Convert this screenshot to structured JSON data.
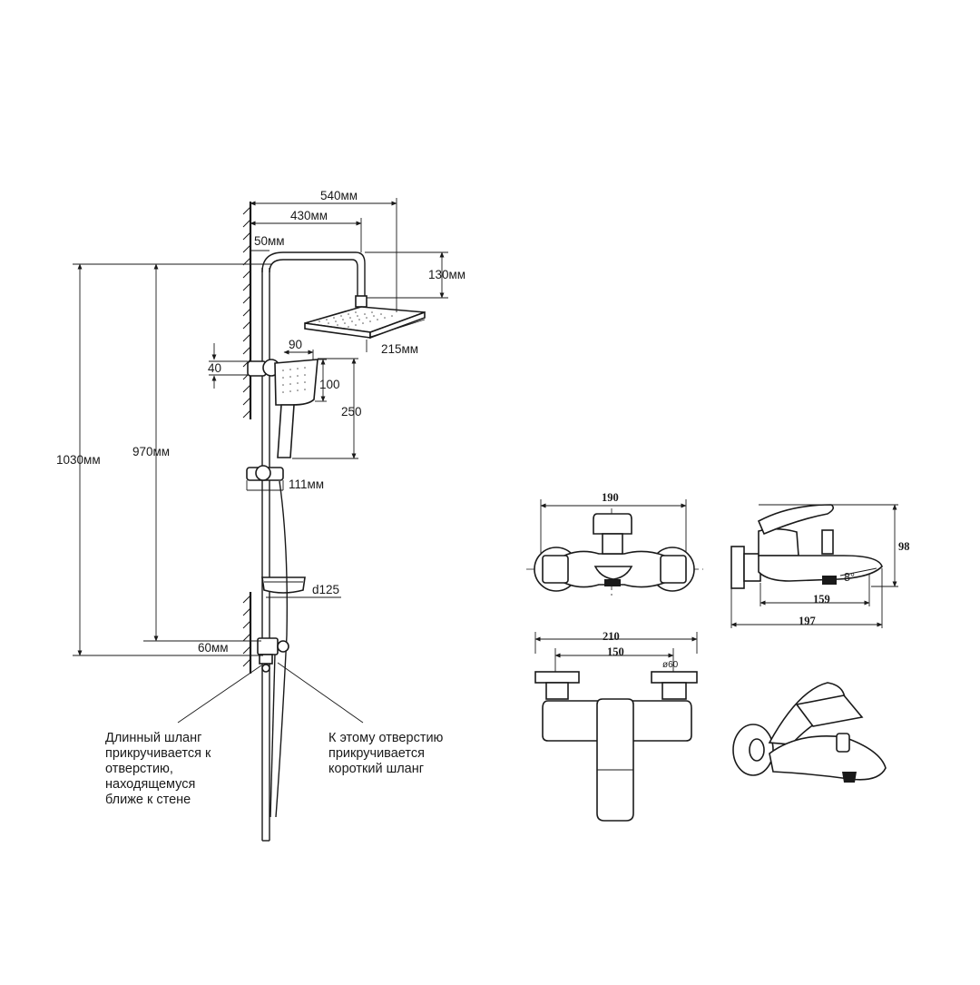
{
  "shower_system": {
    "dimensions": {
      "d540": "540мм",
      "d430": "430мм",
      "d50": "50мм",
      "d130": "130мм",
      "d215": "215мм",
      "d90": "90",
      "d40": "40",
      "d100": "100",
      "d250": "250",
      "d1030": "1030мм",
      "d970": "970мм",
      "d111": "111мм",
      "d125": "d125",
      "d60": "60мм"
    },
    "notes": {
      "long_hose": [
        "Длинный шланг",
        "прикручивается к",
        "отверстию,",
        "находящемуся",
        "ближе к стене"
      ],
      "short_hose": [
        "К этому отверстию",
        "прикручивается",
        "короткий шланг"
      ]
    }
  },
  "mixer_front": {
    "width": "190"
  },
  "mixer_side": {
    "height": "98",
    "angle": "8°",
    "length_spout": "159",
    "length_total": "197"
  },
  "mixer_top": {
    "width_total": "210",
    "centers": "150",
    "diameter": "ø60"
  }
}
